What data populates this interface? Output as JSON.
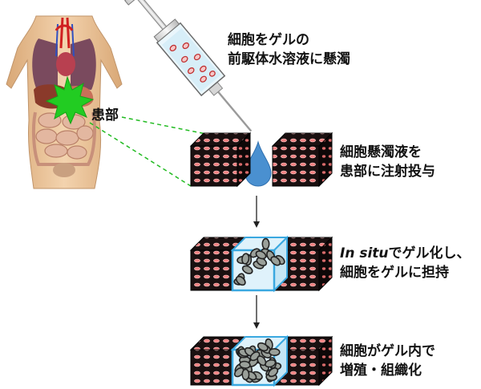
{
  "labels": {
    "affected_area": "患部",
    "suspension_line1": "細胞をゲルの",
    "suspension_line2": "前駆体水溶液に懸濁",
    "injection_line1": "細胞懸濁液を",
    "injection_line2": "患部に注射投与",
    "gelation_italic": "In situ",
    "gelation_line1_rest": "でゲル化し、",
    "gelation_line2": "細胞をゲルに担持",
    "growth_line1": "細胞がゲル内で",
    "growth_line2": "増殖・組織化"
  },
  "colors": {
    "tissue": "#1a1010",
    "tissue_cell": "#f08080",
    "gel": "#dff2fb",
    "gel_border": "#3aa8e0",
    "cell": "#9aa09a",
    "cell_outline": "#222222",
    "lesion": "#22cc22",
    "connector": "#22bb22",
    "droplet": "#4a90d0",
    "skin": "#e9c39b"
  },
  "icons": {
    "body": "human-torso-icon",
    "syringe": "syringe-icon"
  }
}
